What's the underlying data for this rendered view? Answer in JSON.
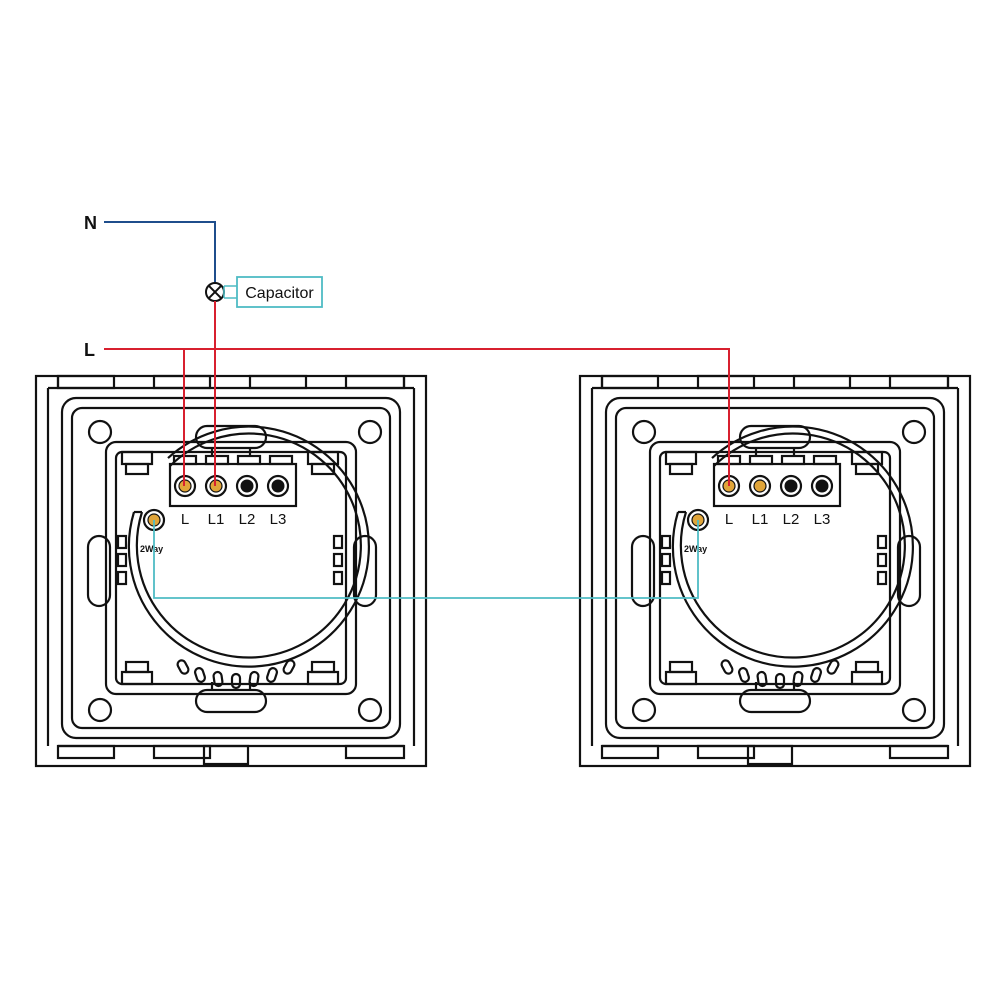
{
  "wire_labels": {
    "neutral": "N",
    "live": "L"
  },
  "capacitor_label": "Capacitor",
  "switches": [
    {
      "terminals": [
        "L",
        "L1",
        "L2",
        "L3"
      ],
      "two_way_label": "2Way"
    },
    {
      "terminals": [
        "L",
        "L1",
        "L2",
        "L3"
      ],
      "two_way_label": "2Way"
    }
  ],
  "colors": {
    "neutral_wire": "#1f4e8c",
    "live_wire": "#d8202f",
    "two_way_wire": "#4fbcc4",
    "outline": "#111111",
    "terminal_brass": "#e0a53a"
  },
  "icons": {
    "lamp": "lamp-symbol-icon"
  }
}
